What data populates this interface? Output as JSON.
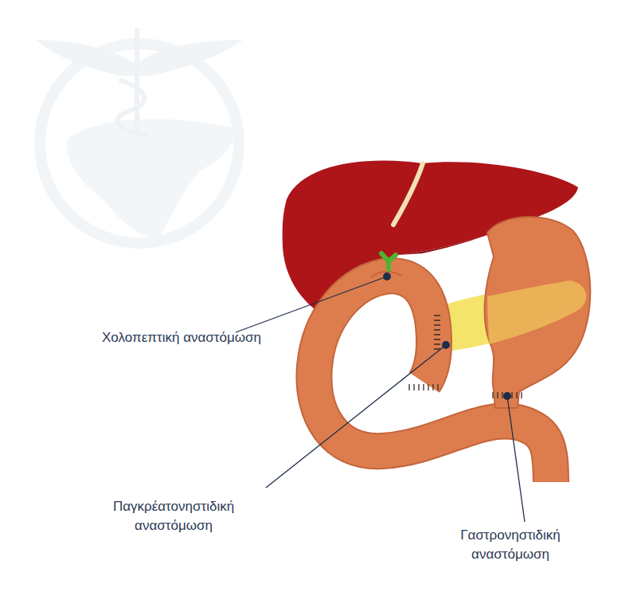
{
  "diagram": {
    "labels": [
      "Χολοπεπτική αναστόμωση",
      "Παγκρέατονηστιδική αναστόμωση",
      "Γαστρονηστιδική αναστόμωση"
    ]
  }
}
